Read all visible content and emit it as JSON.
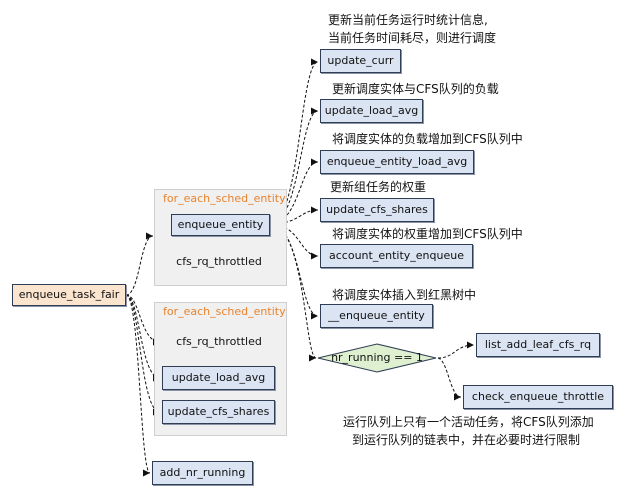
{
  "nodes": {
    "root": "enqueue_task_fair",
    "group1_title": "for_each_sched_entity",
    "enqueue_entity": "enqueue_entity",
    "throttled1": "cfs_rq_throttled",
    "group2_title": "for_each_sched_entity",
    "throttled2": "cfs_rq_throttled",
    "g2_update_load_avg": "update_load_avg",
    "g2_update_cfs_shares": "update_cfs_shares",
    "add_nr_running": "add_nr_running",
    "update_curr": "update_curr",
    "update_load_avg": "update_load_avg",
    "enqueue_entity_load_avg": "enqueue_entity_load_avg",
    "update_cfs_shares": "update_cfs_shares",
    "account_entity_enqueue": "account_entity_enqueue",
    "__enqueue_entity": "__enqueue_entity",
    "nr_running": "nr_running == 1",
    "list_add_leaf_cfs_rq": "list_add_leaf_cfs_rq",
    "check_enqueue_throttle": "check_enqueue_throttle"
  },
  "notes": {
    "update_curr_1": "更新当前任务运行时统计信息,",
    "update_curr_2": "当前任务时间耗尽，则进行调度",
    "update_load_avg": "更新调度实体与CFS队列的负载",
    "enqueue_entity_load_avg": "将调度实体的负载增加到CFS队列中",
    "update_cfs_shares": "更新组任务的权重",
    "account_entity_enqueue": "将调度实体的权重增加到CFS队列中",
    "__enqueue_entity": "将调度实体插入到红黑树中",
    "throttle_1": "运行队列上只有一个活动任务，将CFS队列添加",
    "throttle_2": "到运行队列的链表中，并在必要时进行限制"
  },
  "colors": {
    "box_fill": "#dbe4f3",
    "root_fill": "#fce5cf",
    "diamond_fill": "#dff0d0",
    "group_fill": "#f0f0f0",
    "group_title": "#e8832d"
  }
}
